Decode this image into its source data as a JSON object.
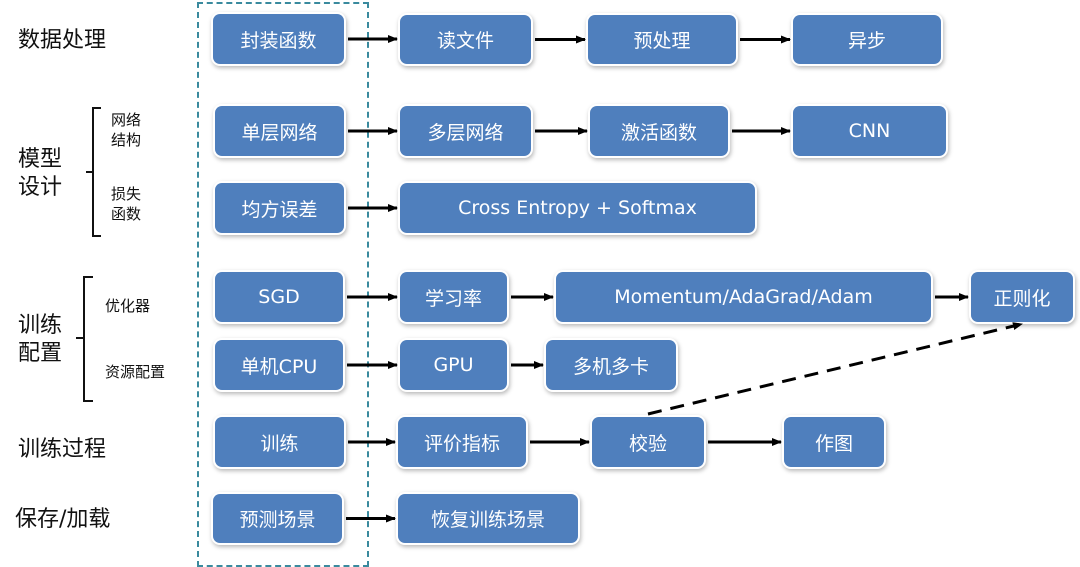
{
  "rows": [
    {
      "id": "data",
      "label": "数据处理"
    },
    {
      "id": "model",
      "label": "模型设计",
      "label_lines": [
        "模型",
        "设计"
      ],
      "sub": [
        {
          "lines": [
            "网络",
            "结构"
          ]
        },
        {
          "lines": [
            "损失",
            "函数"
          ]
        }
      ]
    },
    {
      "id": "train-config",
      "label": "训练配置",
      "label_lines": [
        "训练",
        "配置"
      ],
      "sub": [
        {
          "lines": [
            "优化器"
          ]
        },
        {
          "lines": [
            "资源配置"
          ]
        }
      ]
    },
    {
      "id": "train-process",
      "label": "训练过程"
    },
    {
      "id": "save-load",
      "label": "保存/加载"
    }
  ],
  "boxes": {
    "b_fz": "封装函数",
    "b_dwj": "读文件",
    "b_ycl": "预处理",
    "b_yb": "异步",
    "b_dcwl": "单层网络",
    "b_dcwl2": "多层网络",
    "b_jhhs": "激活函数",
    "b_cnn": "CNN",
    "b_jfwc": "均方误差",
    "b_ce": "Cross Entropy + Softmax",
    "b_sgd": "SGD",
    "b_xxl": "学习率",
    "b_mom": "Momentum/AdaGrad/Adam",
    "b_zzh": "正则化",
    "b_djcpu": "单机CPU",
    "b_gpu": "GPU",
    "b_djdk": "多机多卡",
    "b_xl": "训练",
    "b_pjzb": "评价指标",
    "b_jy": "校验",
    "b_zt": "作图",
    "b_ycjc": "预测场景",
    "b_hfxl": "恢复训练场景"
  },
  "edges": [
    [
      "b_fz",
      "b_dwj"
    ],
    [
      "b_dwj",
      "b_ycl"
    ],
    [
      "b_ycl",
      "b_yb"
    ],
    [
      "b_dcwl",
      "b_dcwl2"
    ],
    [
      "b_dcwl2",
      "b_jhhs"
    ],
    [
      "b_jhhs",
      "b_cnn"
    ],
    [
      "b_jfwc",
      "b_ce"
    ],
    [
      "b_sgd",
      "b_xxl"
    ],
    [
      "b_xxl",
      "b_mom"
    ],
    [
      "b_mom",
      "b_zzh"
    ],
    [
      "b_djcpu",
      "b_gpu"
    ],
    [
      "b_gpu",
      "b_djdk"
    ],
    [
      "b_xl",
      "b_pjzb"
    ],
    [
      "b_pjzb",
      "b_jy"
    ],
    [
      "b_jy",
      "b_zt"
    ],
    [
      "b_ycjc",
      "b_hfxl"
    ]
  ],
  "dashed_edges": [
    [
      "b_jy",
      "b_zzh"
    ]
  ],
  "colors": {
    "box": "#4f7fbd",
    "frame": "#3a8a9e",
    "arrow": "#000000"
  }
}
